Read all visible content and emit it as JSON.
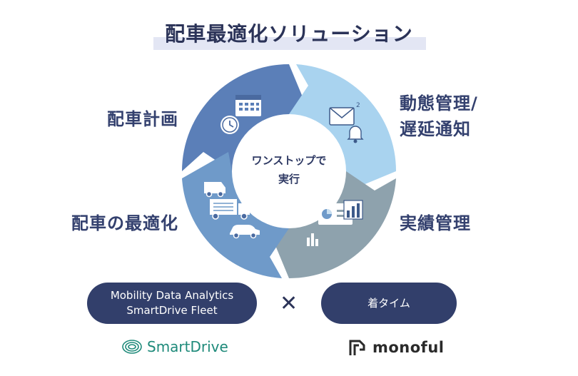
{
  "title": "配車最適化ソリューション",
  "labels": {
    "plan": "配車計画",
    "tracking_line1": "動態管理/",
    "tracking_line2": "遅延通知",
    "optimize": "配車の最適化",
    "results": "実績管理"
  },
  "center": {
    "line1": "ワンストップで",
    "line2": "実行"
  },
  "products": {
    "left_line1": "Mobility Data Analytics",
    "left_line2": "SmartDrive Fleet",
    "cross": "✕",
    "right": "着タイム"
  },
  "logos": {
    "smartdrive": "SmartDrive",
    "monoful": "monoful"
  },
  "icons": [
    "calendar-icon",
    "clock-icon",
    "mail-icon",
    "bell-icon",
    "van-icon",
    "truck-icon",
    "car-icon",
    "dashboard-icon",
    "bar-chart-icon"
  ],
  "colors": {
    "segment_plan": "#5b7fb8",
    "segment_tracking": "#a9d3ef",
    "segment_results": "#8ea2ad",
    "segment_optimize": "#6f9ac9",
    "navy": "#323f6b",
    "smartdrive_green": "#1e8a7a"
  }
}
